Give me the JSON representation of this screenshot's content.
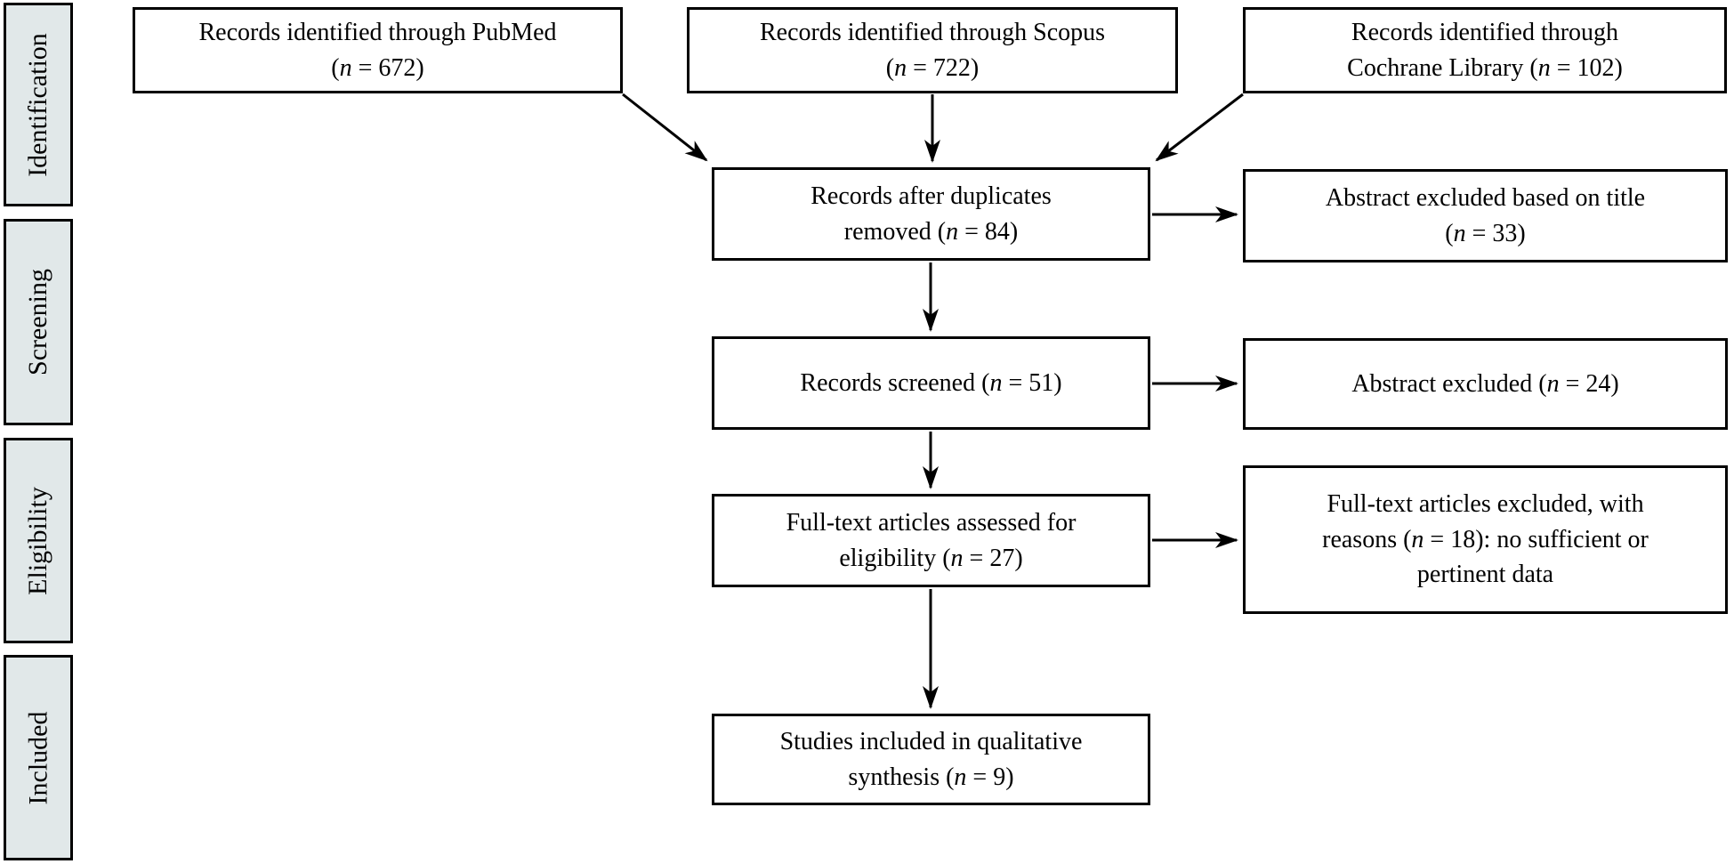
{
  "figure": {
    "kind": "PRISMA flow diagram",
    "background": "#ffffff",
    "border_color": "#000000",
    "sidebar_fill": "#e1e8e9",
    "text_color": "#000000"
  },
  "sidebar": {
    "stages": [
      {
        "label": "Identification"
      },
      {
        "label": "Screening"
      },
      {
        "label": "Eligibility"
      },
      {
        "label": "Included"
      }
    ]
  },
  "nodes": {
    "pubmed": {
      "text": "Records identified through PubMed\n(*n* = 672)",
      "n": 672
    },
    "scopus": {
      "text": "Records identified through Scopus\n(*n* = 722)",
      "n": 722
    },
    "cochrane": {
      "text": "Records identified through\nCochrane Library (*n* = 102)",
      "n": 102
    },
    "dedup": {
      "text": "Records after duplicates\nremoved (*n* = 84)",
      "n": 84
    },
    "excl_title": {
      "text": "Abstract excluded based on title\n(*n* = 33)",
      "n": 33
    },
    "screened": {
      "text": "Records screened (*n* = 51)",
      "n": 51
    },
    "excl_abstract": {
      "text": "Abstract excluded (*n* = 24)",
      "n": 24
    },
    "fulltext": {
      "text": "Full-text articles assessed for\neligibility (*n* = 27)",
      "n": 27
    },
    "excl_fulltext": {
      "text": "Full-text articles excluded, with\nreasons (*n* = 18): no sufficient or\npertinent data",
      "n": 18
    },
    "included": {
      "text": "Studies included in qualitative\nsynthesis (*n* = 9)",
      "n": 9
    }
  }
}
